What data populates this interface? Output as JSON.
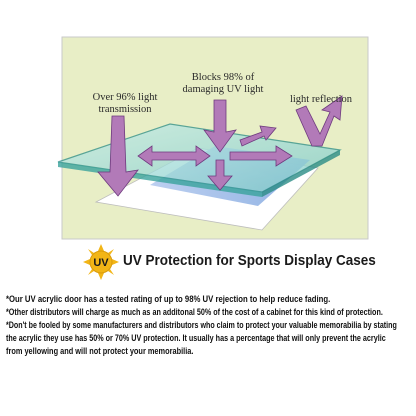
{
  "diagram": {
    "callouts": {
      "transmission": "Over 96% light transmission",
      "uv_block": "Blocks 98% of damaging UV light",
      "reflection": "light reflection"
    },
    "colors": {
      "panel_bg": "#e8eec6",
      "panel_border": "#c9c9c9",
      "glass_fill": "#9fd8d6",
      "glass_edge": "#2a8c86",
      "paper": "#ffffff",
      "photo_tint": "#9ab8e6",
      "arrow_fill": "#b27ab8",
      "arrow_edge": "#6e3a7e"
    }
  },
  "heading": {
    "badge_text": "UV",
    "title": "UV Protection for Sports Display Cases"
  },
  "notes": [
    "*Our UV acrylic door has a tested rating of up to 98% UV rejection to help reduce fading.",
    "*Other distributors will charge as much as an additonal 50% of the cost of a cabinet for this kind of protection.",
    "*Don't be fooled by some manufacturers and distributors who claim to protect your valuable memorabilia by stating",
    " the acrylic they use has 50% or 70% UV protection.  It usually has a percentage that will only prevent the acrylic",
    " from yellowing and will not protect your memorabilia."
  ]
}
